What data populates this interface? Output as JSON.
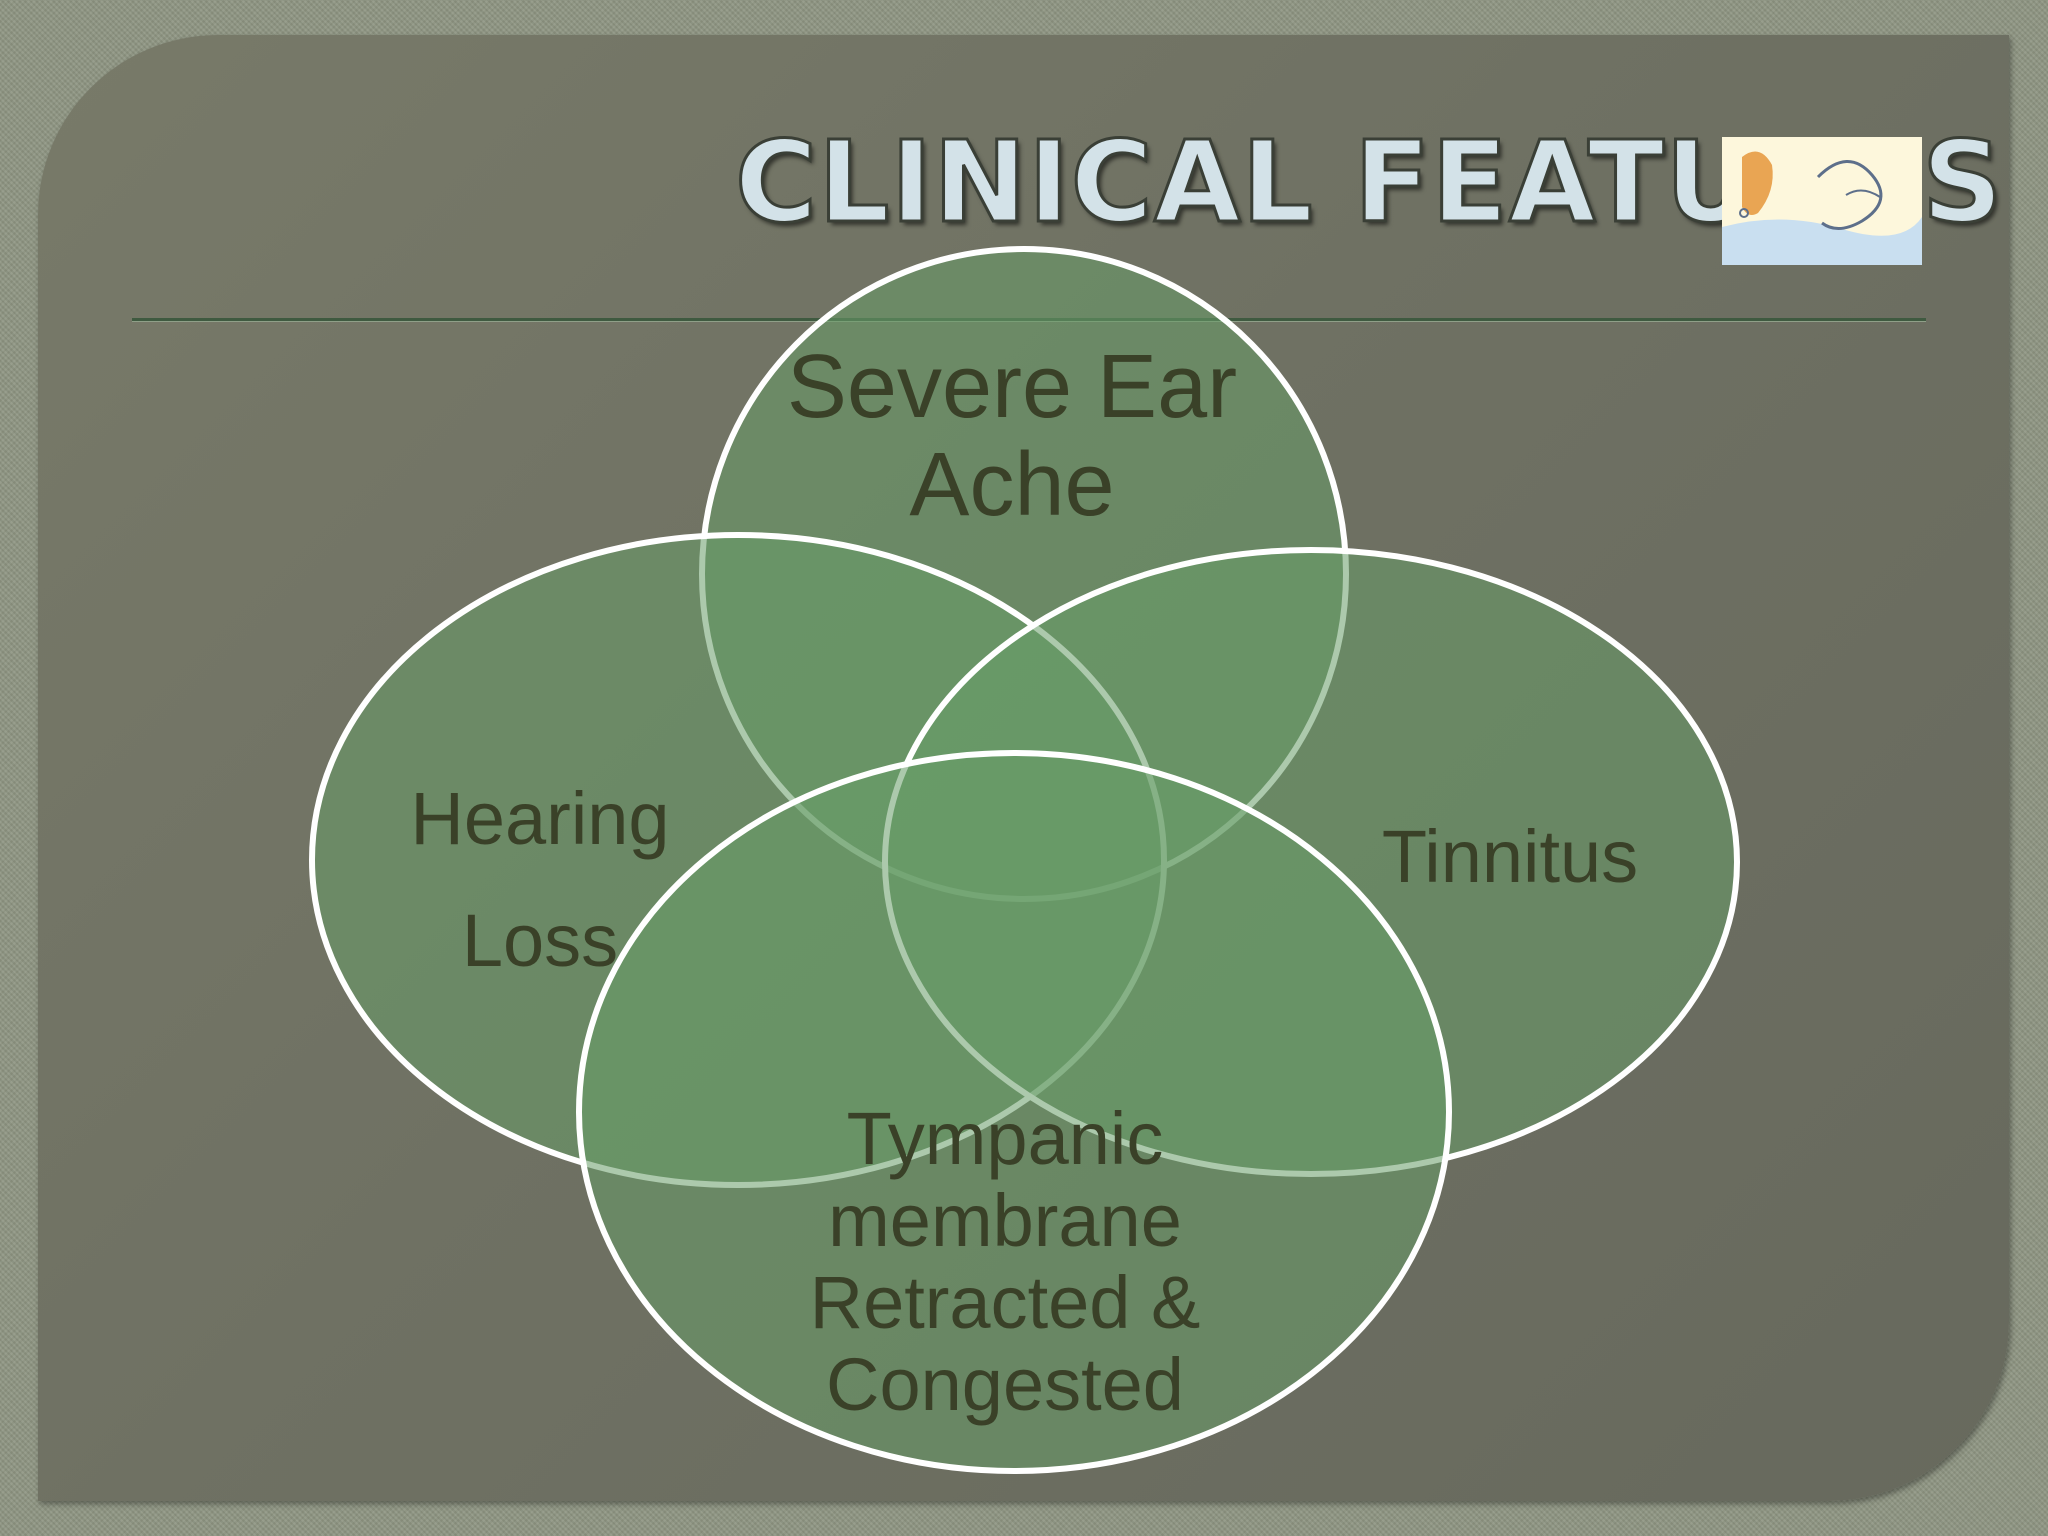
{
  "slide": {
    "title": "CLINICAL FEATURES",
    "colors": {
      "title_text": "#d3e2e8",
      "panel": "#6f7163",
      "frame": "#8e9582",
      "circle_fill": "#689c68",
      "circle_outline": "#ffffff",
      "label_text": "#3a4128"
    }
  },
  "venn": {
    "type": "four-set venn diagram",
    "sets": [
      {
        "label": "Severe Ear\nAche"
      },
      {
        "label": "Hearing\nLoss"
      },
      {
        "label": "Tinnitus"
      },
      {
        "label": "Tympanic\nmembrane\nRetracted &\nCongested"
      }
    ]
  }
}
